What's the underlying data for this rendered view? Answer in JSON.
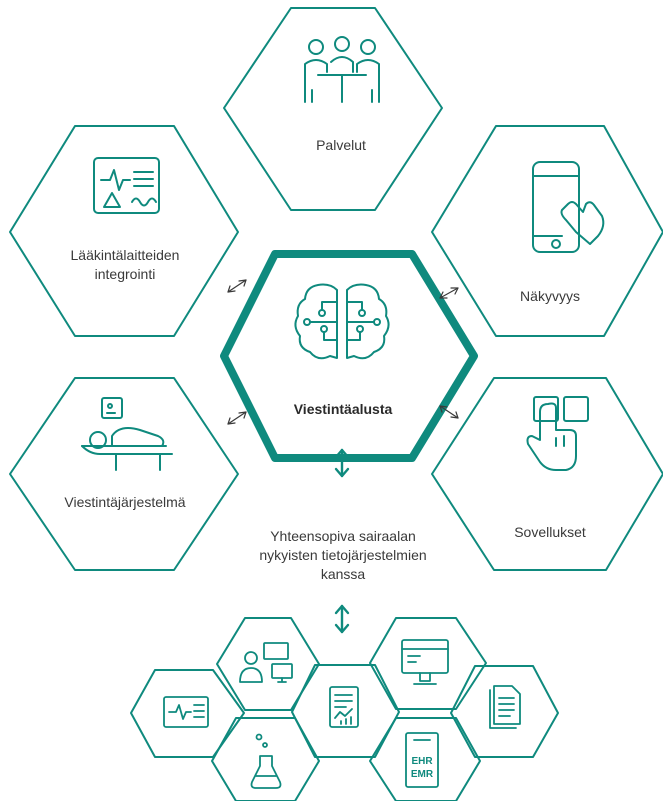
{
  "colors": {
    "accent": "#0f8a7e",
    "text": "#3a3a3a",
    "background": "#ffffff"
  },
  "center": {
    "label": "Viestintäalusta",
    "icon": "brain-circuit-icon"
  },
  "outer_nodes": {
    "top": {
      "label": "Palvelut",
      "icon": "meeting-people-icon"
    },
    "upper_left": {
      "label": "Lääkintälaitteiden\nintegrointi",
      "icon": "medical-monitor-icon"
    },
    "upper_right": {
      "label": "Näkyvyys",
      "icon": "smartphone-touch-icon"
    },
    "lower_left": {
      "label": "Viestintäjärjestelmä",
      "icon": "patient-bed-icon"
    },
    "lower_right": {
      "label": "Sovellukset",
      "icon": "app-tap-icon"
    }
  },
  "integration_caption": "Yhteensopiva sairaalan\nnykyisten tietojärjestelmien\nkanssa",
  "system_icons": [
    "vital-signs-monitor-icon",
    "people-screens-icon",
    "lab-flask-icon",
    "report-chart-icon",
    "computer-monitor-icon",
    "ehr-emr-icon",
    "documents-icon"
  ],
  "ehr_text": [
    "EHR",
    "EMR"
  ]
}
